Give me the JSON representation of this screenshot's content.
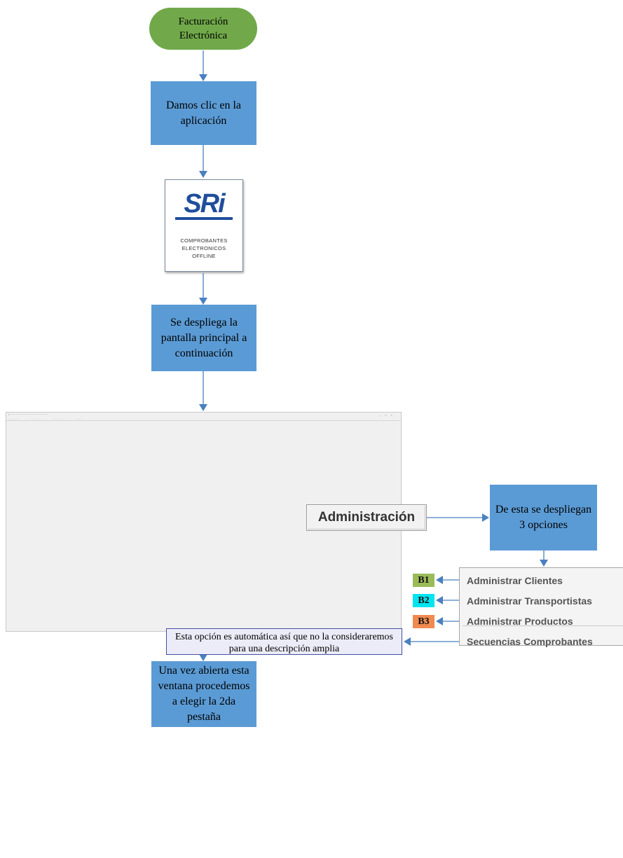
{
  "nodes": {
    "start": "Facturación Electrónica",
    "step1": "Damos clic en la aplicación",
    "step2": "Se despliega la pantalla principal a continuación",
    "step3": "Una vez abierta esta ventana procedemos a elegir la 2da pestaña",
    "step4": "De esta se despliegan 3 opciones"
  },
  "app_icon": {
    "logo": "SRi",
    "caption_line1": "COMPROBANTES",
    "caption_line2": "ELECTRONICOS",
    "caption_line3": "OFFLINE"
  },
  "admin_tab": {
    "label": "Administración"
  },
  "menu": {
    "items": [
      {
        "label": "Administrar Clientes",
        "tag": "B1",
        "tag_color": "#9bbb59"
      },
      {
        "label": "Administrar Transportistas",
        "tag": "B2",
        "tag_color": "#00e5f0"
      },
      {
        "label": "Administrar Productos",
        "tag": "B3",
        "tag_color": "#f08a50"
      },
      {
        "label": "Secuencias Comprobantes",
        "tag": "",
        "tag_color": ""
      }
    ]
  },
  "note": "Esta opción es automática así que no la consideraremos para una descripción amplia",
  "colors": {
    "start_fill": "#71a94a",
    "process_fill": "#5b9bd5",
    "arrow": "#4a80c0",
    "note_border": "#4450a0"
  }
}
